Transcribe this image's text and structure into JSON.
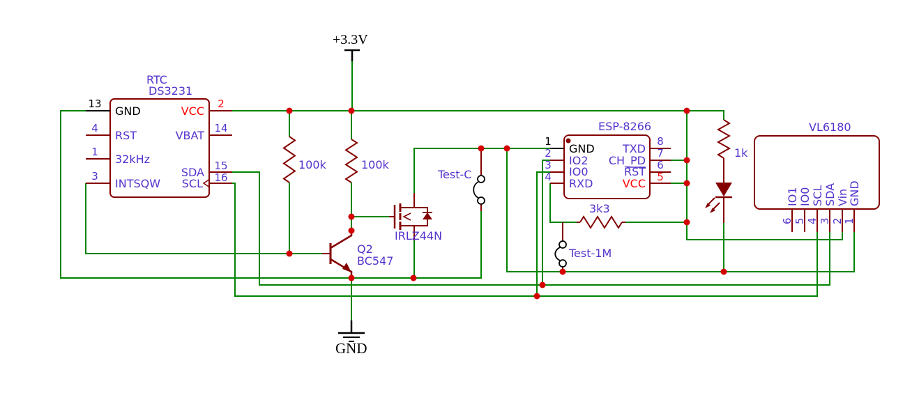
{
  "colors": {
    "wire": "#008400",
    "component": "#840000",
    "junction": "#d50000",
    "label": "#5533cc",
    "vcc_text": "#ff0000",
    "gnd_text": "#000000",
    "background": "#ffffff"
  },
  "power": {
    "vcc_label": "+3.3V",
    "gnd_label": "GND"
  },
  "rtc": {
    "ref": "RTC",
    "part": "DS3231",
    "left_pins": [
      {
        "num": "13",
        "name": "GND"
      },
      {
        "num": "4",
        "name": "RST"
      },
      {
        "num": "1",
        "name": "32kHz"
      },
      {
        "num": "3",
        "name": "INTSQW"
      }
    ],
    "right_pins": [
      {
        "num": "2",
        "name": "VCC"
      },
      {
        "num": "14",
        "name": "VBAT"
      },
      {
        "num": "15",
        "name": "SDA"
      },
      {
        "num": "16",
        "name": "SCL"
      }
    ]
  },
  "esp": {
    "part": "ESP-8266",
    "left_pins": [
      {
        "num": "1",
        "name": "GND"
      },
      {
        "num": "2",
        "name": "IO2"
      },
      {
        "num": "3",
        "name": "IO0"
      },
      {
        "num": "4",
        "name": "RXD"
      }
    ],
    "right_pins": [
      {
        "num": "8",
        "name": "TXD"
      },
      {
        "num": "7",
        "name": "CH_PD"
      },
      {
        "num": "6",
        "name": "RST"
      },
      {
        "num": "5",
        "name": "VCC"
      }
    ]
  },
  "vl6180": {
    "part": "VL6180",
    "pins": [
      {
        "num": "6",
        "name": "IO1"
      },
      {
        "num": "5",
        "name": "IO0"
      },
      {
        "num": "4",
        "name": "SCL"
      },
      {
        "num": "3",
        "name": "SDA"
      },
      {
        "num": "2",
        "name": "Vin"
      },
      {
        "num": "1",
        "name": "GND"
      }
    ]
  },
  "resistors": {
    "r1": "100k",
    "r2": "100k",
    "r3": "3k3",
    "r4": "1k"
  },
  "transistor": {
    "ref": "Q2",
    "part": "BC547"
  },
  "mosfet": {
    "part": "IRLZ44N"
  },
  "testpoints": {
    "tp1": "Test-C",
    "tp2": "Test-1M"
  }
}
